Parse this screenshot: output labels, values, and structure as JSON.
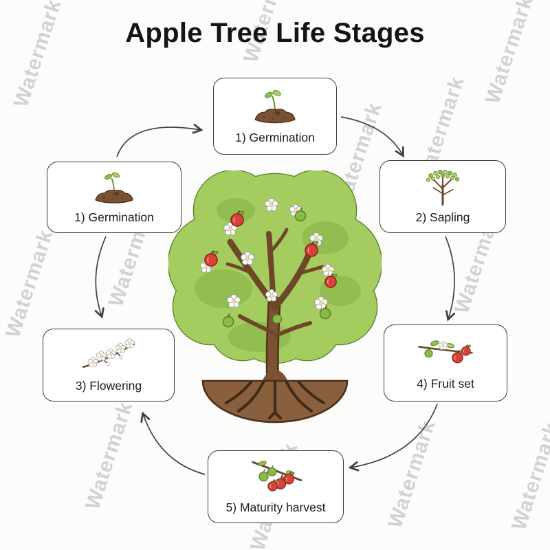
{
  "title": "Apple Tree Life Stages",
  "watermark_text": "Watermark",
  "stages": {
    "germination_top": {
      "label": "1) Germination",
      "icon": "seedling-in-soil-icon"
    },
    "sapling": {
      "label": "2) Sapling",
      "icon": "young-tree-icon"
    },
    "flowering": {
      "label": "3) Flowering",
      "icon": "blossom-branch-icon"
    },
    "fruit_set": {
      "label": "4) Fruit set",
      "icon": "branch-with-young-fruit-icon"
    },
    "maturity": {
      "label": "5) Maturity harvest",
      "icon": "branch-with-ripe-apples-icon"
    },
    "germination_left": {
      "label": "1) Germination",
      "icon": "seedling-in-soil-icon"
    }
  },
  "center_illustration": "mature-apple-tree-with-blossoms-apples-and-roots",
  "colors": {
    "background": "#fcfcfa",
    "canopy": "#a5cc5e",
    "canopy_shade": "#8db84c",
    "canopy_outline": "#567f2b",
    "trunk": "#7b5232",
    "trunk_outline": "#523318",
    "soil_mound": "#8a5f3d",
    "root": "#3f2a15",
    "apple_red": "#d6433a",
    "apple_red_outline": "#8f2018",
    "apple_green": "#8cbb45",
    "blossom": "#ffffff",
    "blossom_center": "#f1e3a0",
    "arrow": "#3f3f3f",
    "box_border": "#3a3a3a",
    "title_text": "#141414"
  }
}
